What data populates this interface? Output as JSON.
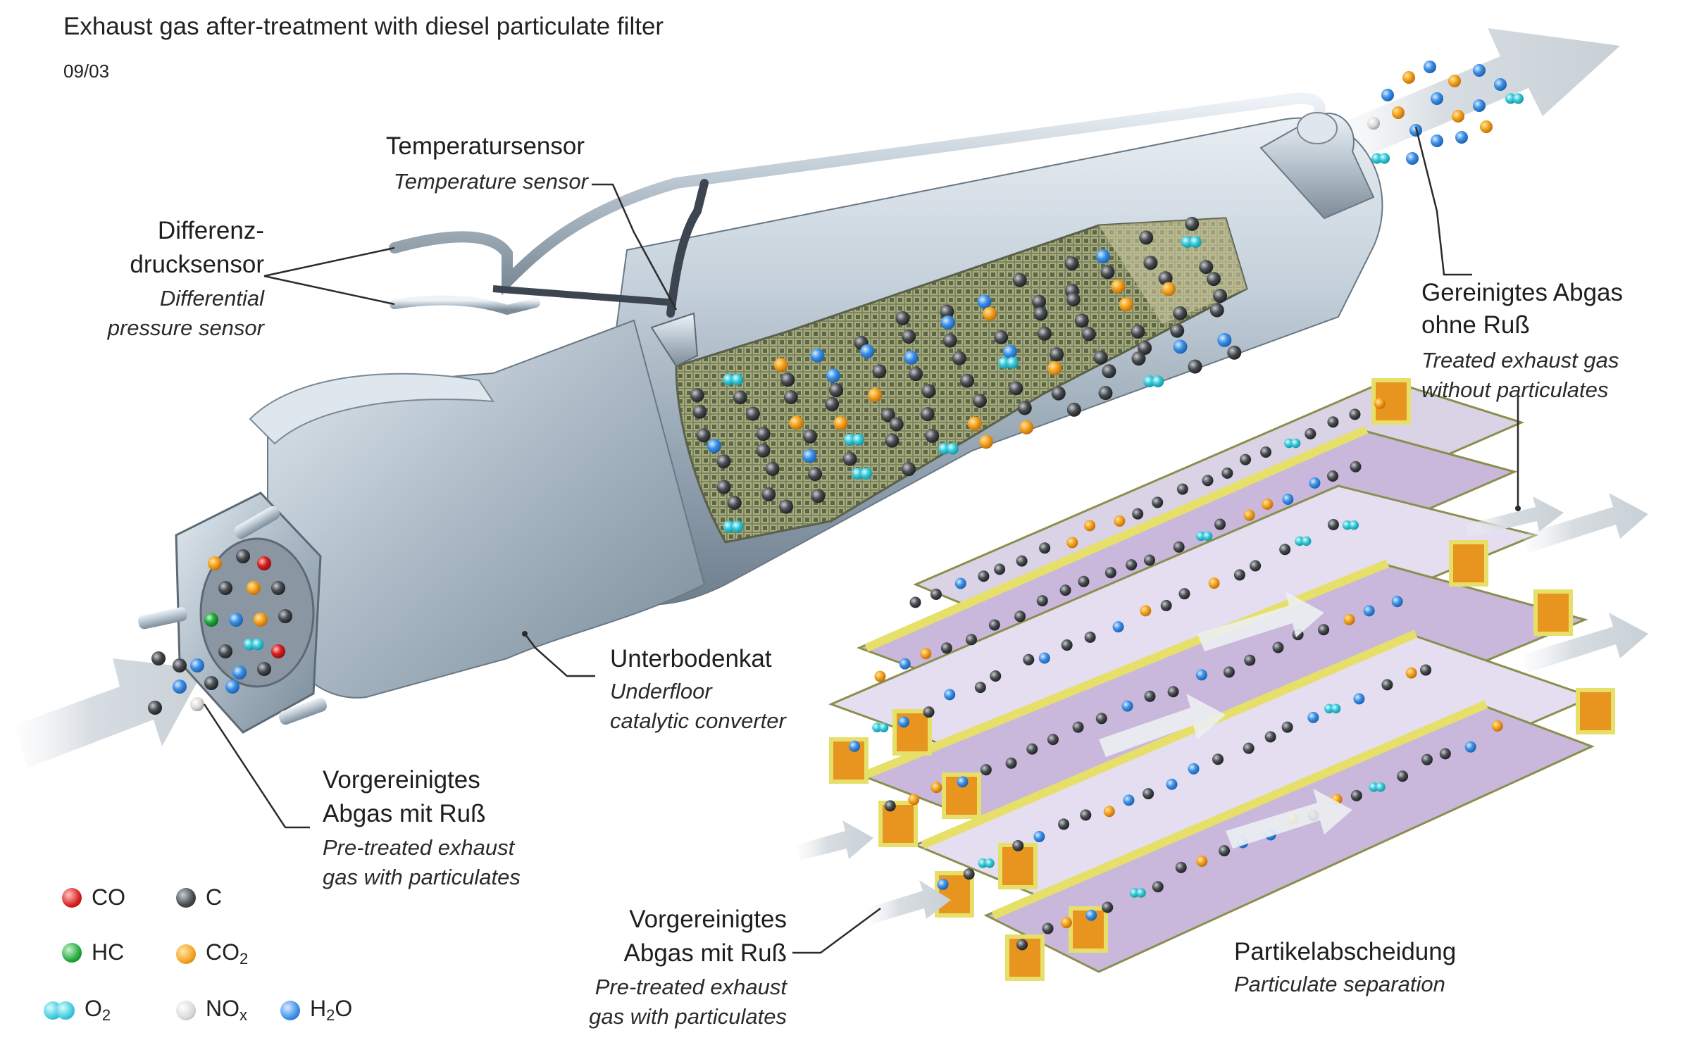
{
  "title": "Exhaust gas after-treatment with diesel particulate filter",
  "date": "09/03",
  "labels": {
    "temp_de": "Temperatursensor",
    "temp_en": "Temperature sensor",
    "diff_de1": "Differenz-",
    "diff_de2": "drucksensor",
    "diff_en1": "Differential",
    "diff_en2": "pressure sensor",
    "clean_de1": "Gereinigtes Abgas",
    "clean_de2": "ohne Ruß",
    "clean_en1": "Treated exhaust gas",
    "clean_en2": "without particulates",
    "under_de": "Unterbodenkat",
    "under_en1": "Underfloor",
    "under_en2": "catalytic converter",
    "pre1_de1": "Vorgereinigtes",
    "pre1_de2": "Abgas mit Ruß",
    "pre1_en1": "Pre-treated exhaust",
    "pre1_en2": "gas with particulates",
    "pre2_de1": "Vorgereinigtes",
    "pre2_de2": "Abgas mit Ruß",
    "pre2_en1": "Pre-treated exhaust",
    "pre2_en2": "gas with particulates",
    "sep_de": "Partikelabscheidung",
    "sep_en": "Particulate separation"
  },
  "legend": {
    "co": "CO",
    "c": "C",
    "hc": "HC",
    "co2_base": "CO",
    "co2_sub": "2",
    "o2_base": "O",
    "o2_sub": "2",
    "nox_base": "NO",
    "nox_sub": "x",
    "h2o_pre": "H",
    "h2o_sub": "2",
    "h2o_post": "O"
  },
  "colors": {
    "co": "#d81e1e",
    "c": "#3a3d40",
    "hc": "#22a83a",
    "co2": "#f5a21c",
    "o2": "#35c8d9",
    "nox": "#d9d9d9",
    "h2o": "#2e86e0",
    "filter_orange": "#e8951f",
    "filter_purple": "#c9b7dc",
    "filter_yellow": "#e6e06a",
    "steel": "#b9c6d1"
  }
}
